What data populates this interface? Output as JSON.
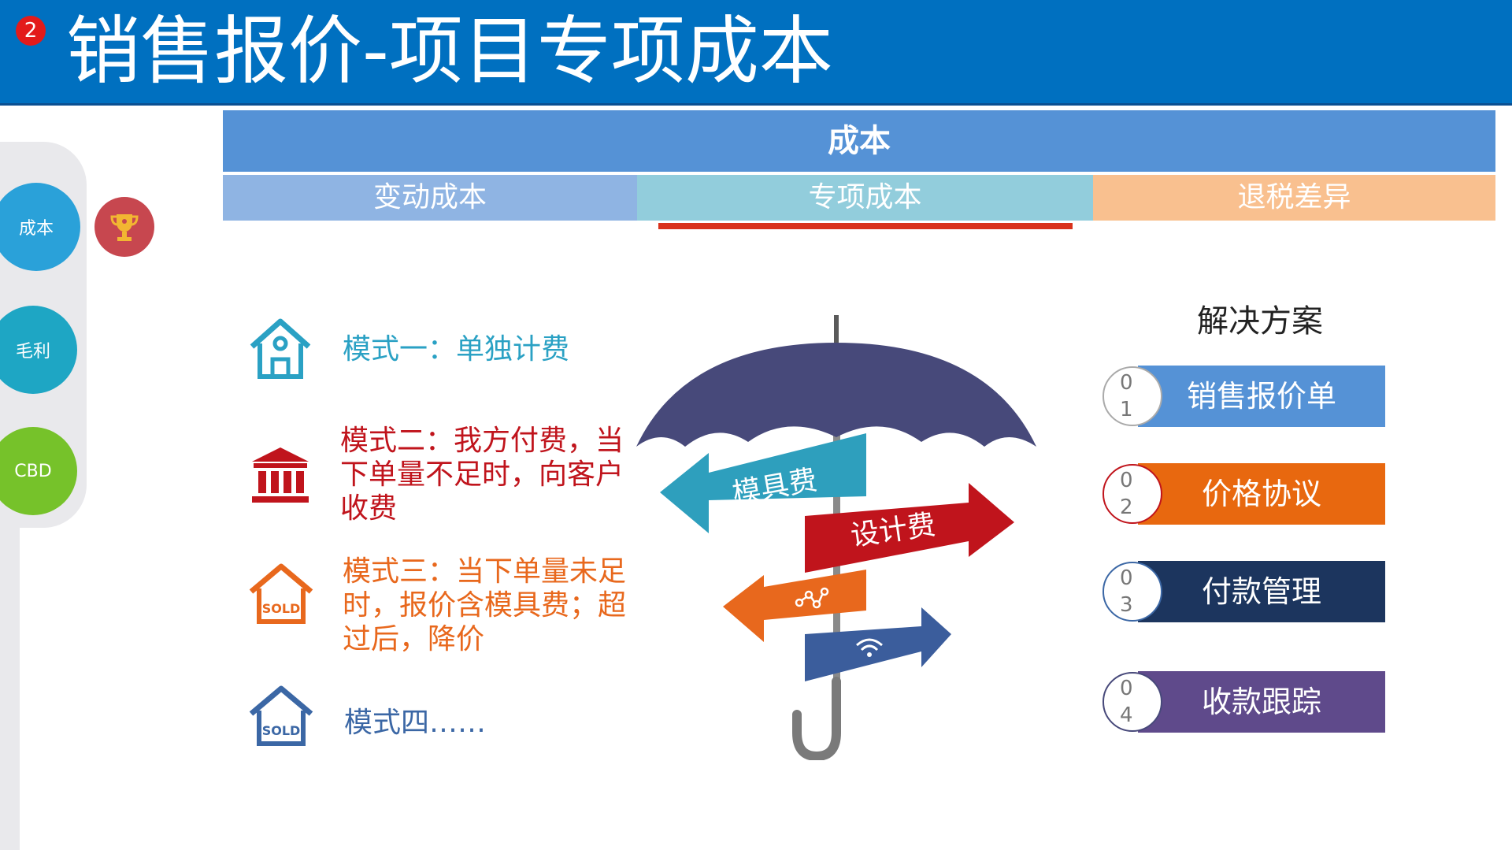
{
  "header": {
    "badge": "2",
    "title": "销售报价-项目专项成本"
  },
  "nav": {
    "items": [
      {
        "label": "成本",
        "color": "#2aa1d9"
      },
      {
        "label": "毛利",
        "color": "#1ea6c4"
      },
      {
        "label": "CBD",
        "color": "#76c22a"
      }
    ],
    "trophy_icon": "trophy-icon"
  },
  "cost": {
    "title": "成本",
    "tabs": [
      {
        "label": "变动成本",
        "color": "#8fb4e3"
      },
      {
        "label": "专项成本",
        "color": "#92cddc",
        "active": true
      },
      {
        "label": "退税差异",
        "color": "#f9c08f"
      }
    ]
  },
  "modes": [
    {
      "icon": "house-icon",
      "text": "模式一：单独计费",
      "color": "#2aa1c4"
    },
    {
      "icon": "bank-icon",
      "text": "模式二：我方付费，当下单量不足时，向客户收费",
      "color": "#c0141c"
    },
    {
      "icon": "sold-house-icon",
      "text": "模式三：当下单量未足时，报价含模具费；超过后，降价",
      "color": "#e8681d"
    },
    {
      "icon": "sold-house-icon",
      "text": "模式四……",
      "color": "#3b67a5"
    }
  ],
  "umbrella": {
    "signs": [
      "模具费",
      "设计费"
    ],
    "icons": [
      "network-icon",
      "wifi-icon"
    ]
  },
  "solutions": {
    "title": "解决方案",
    "items": [
      {
        "num": [
          "0",
          "1"
        ],
        "label": "销售报价单",
        "color": "#5592d6"
      },
      {
        "num": [
          "0",
          "2"
        ],
        "label": "价格协议",
        "color": "#e8680f"
      },
      {
        "num": [
          "0",
          "3"
        ],
        "label": "付款管理",
        "color": "#1c355e"
      },
      {
        "num": [
          "0",
          "4"
        ],
        "label": "收款跟踪",
        "color": "#5f4a8b"
      }
    ]
  }
}
